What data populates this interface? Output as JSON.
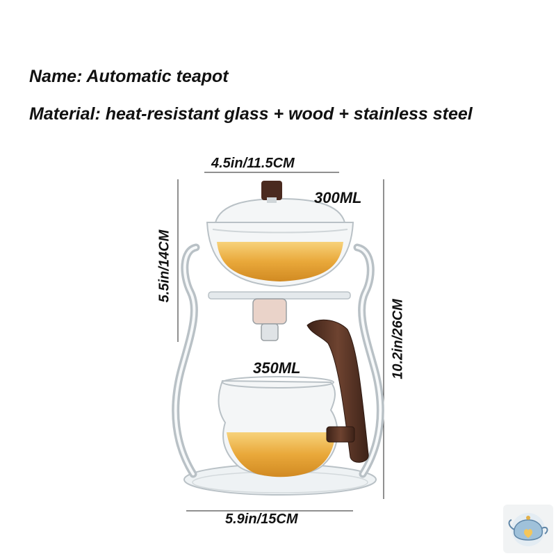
{
  "specs": {
    "name": "Name: Automatic teapot",
    "material": "Material: heat-resistant glass + wood + stainless steel"
  },
  "dimensions": {
    "top_width": "4.5in/11.5CM",
    "upper_height": "5.5in/14CM",
    "total_height": "10.2in/26CM",
    "base_width": "5.9in/15CM"
  },
  "capacities": {
    "upper": "300ML",
    "lower": "350ML"
  },
  "colors": {
    "tea": "#e9a83a",
    "glass": "#c8ced2",
    "wood": "#5b3526",
    "text": "#111111"
  },
  "logo": {
    "icon": "teapot-logo-icon"
  }
}
